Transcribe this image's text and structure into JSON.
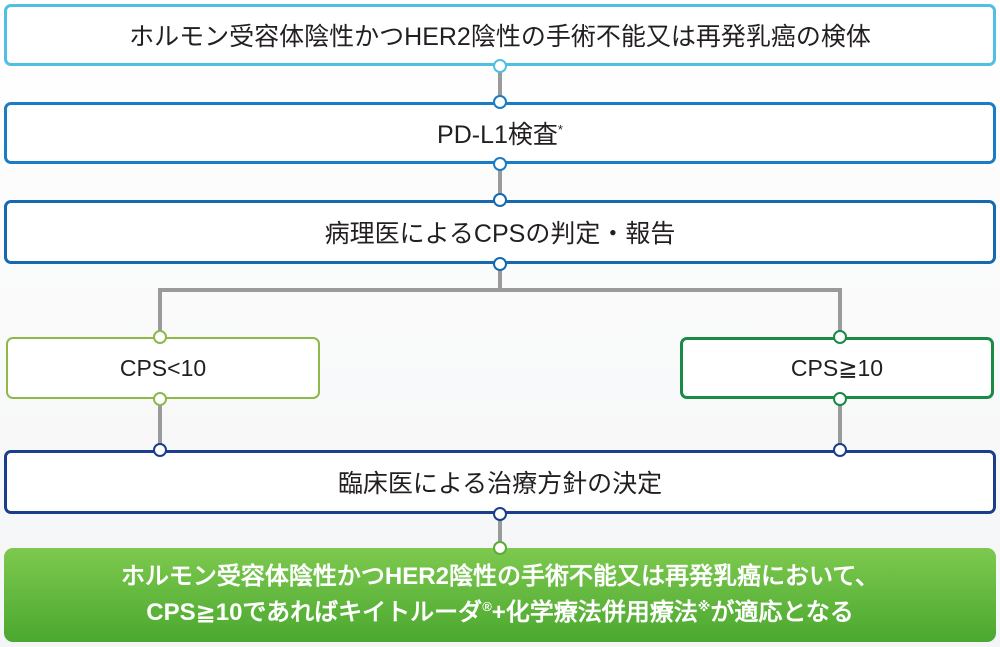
{
  "flow": {
    "specimen": "ホルモン受容体陰性かつHER2陰性の手術不能又は再発乳癌の検体",
    "test": "PD-L1検査",
    "test_mark": "*",
    "judgment": "病理医によるCPSの判定・報告",
    "branch_low": "CPS<10",
    "branch_high": "CPS≧10",
    "decision": "臨床医による治療方針の決定",
    "result_line1": "ホルモン受容体陰性かつHER2陰性の手術不能又は再発乳癌において、",
    "result_line2_a": "CPS≧10であればキイトルーダ",
    "result_line2_mark1": "®",
    "result_line2_b": "+化学療法併用療法",
    "result_line2_mark2": "※",
    "result_line2_c": "が適応となる"
  }
}
